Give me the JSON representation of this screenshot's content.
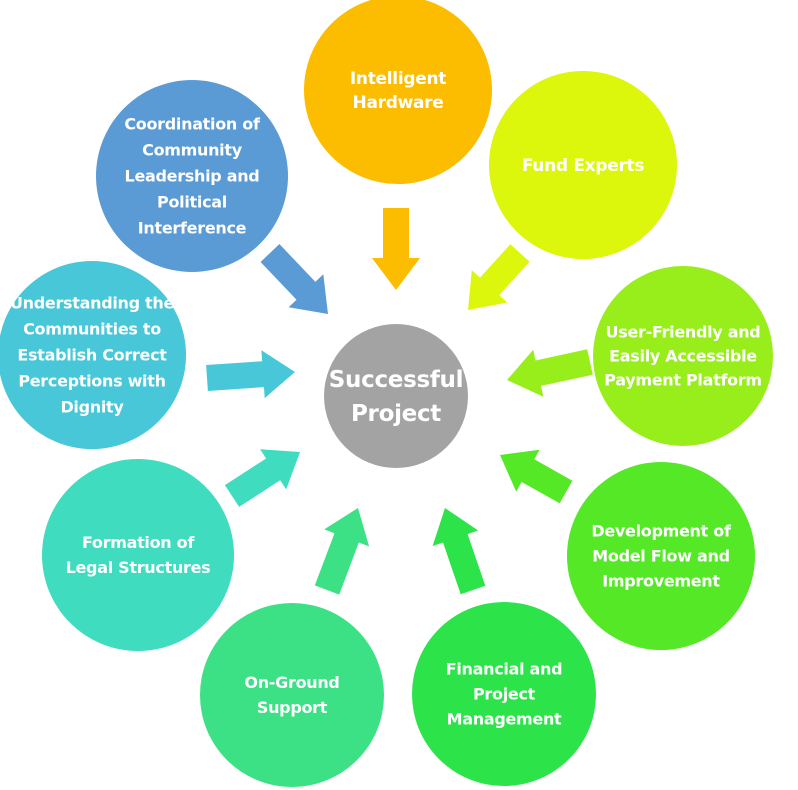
{
  "center": {
    "label_lines": [
      "Successful",
      "Project"
    ],
    "color": "#a3a3a3"
  },
  "nodes": [
    {
      "id": "intelligent-hardware",
      "label_lines": [
        "Intelligent",
        "Hardware"
      ],
      "color": "#fcbd00"
    },
    {
      "id": "fund-experts",
      "label_lines": [
        "Fund Experts"
      ],
      "color": "#dcf60c"
    },
    {
      "id": "payment-platform",
      "label_lines": [
        "User-Friendly and",
        "Easily Accessible",
        "Payment Platform"
      ],
      "color": "#97ee1b"
    },
    {
      "id": "model-flow",
      "label_lines": [
        "Development of",
        "Model Flow and",
        "Improvement"
      ],
      "color": "#55e827"
    },
    {
      "id": "financial-project-management",
      "label_lines": [
        "Financial and",
        "Project",
        "Management"
      ],
      "color": "#2de34a"
    },
    {
      "id": "on-ground-support",
      "label_lines": [
        "On-Ground",
        "Support"
      ],
      "color": "#3ce085"
    },
    {
      "id": "legal-structures",
      "label_lines": [
        "Formation of",
        "Legal Structures"
      ],
      "color": "#40dcc0"
    },
    {
      "id": "understanding-communities",
      "label_lines": [
        "Understanding the",
        "Communities to",
        "Establish Correct",
        "Perceptions with",
        "Dignity"
      ],
      "color": "#48c7d9"
    },
    {
      "id": "community-leadership",
      "label_lines": [
        "Coordination of",
        "Community",
        "Leadership and",
        "Political",
        "Interference"
      ],
      "color": "#5b9bd5"
    }
  ]
}
